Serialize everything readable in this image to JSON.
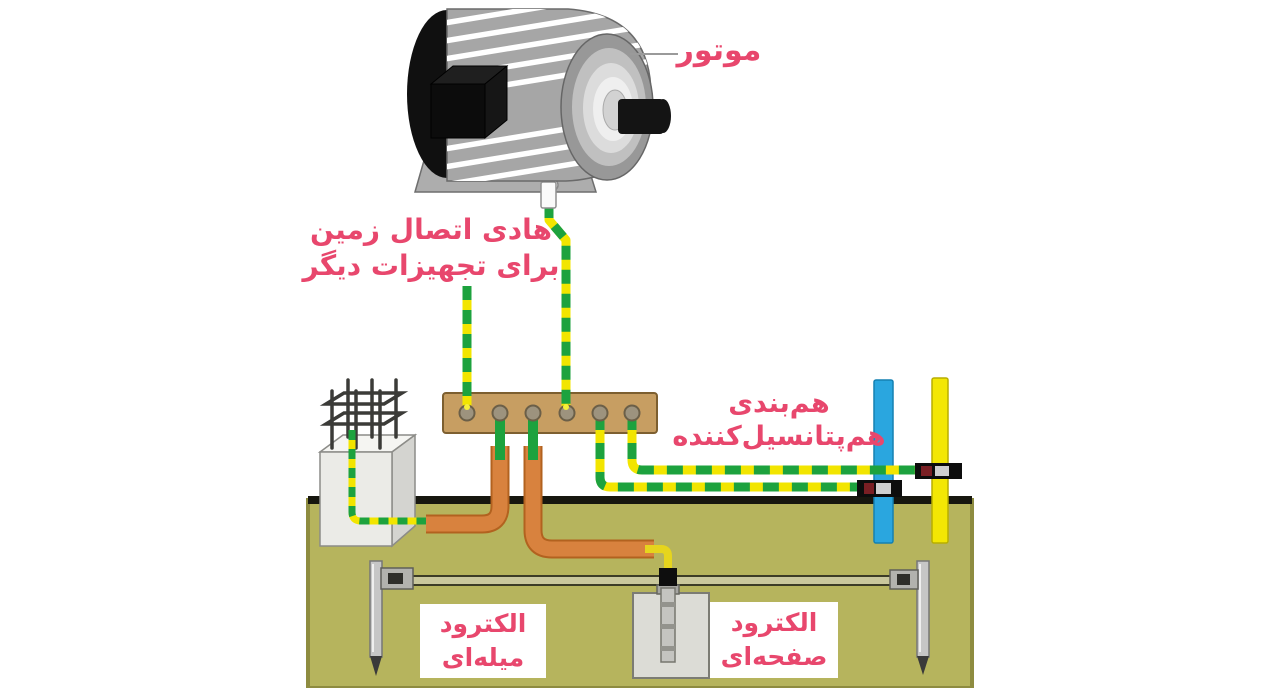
{
  "labels": {
    "motor": "موتور",
    "earthing_conductor": {
      "line1": "هادی اتصال زمین",
      "line2": "برای تجهیزات دیگر"
    },
    "bonding": {
      "line1": "هم‌بندی",
      "line2": "هم‌پتانسیل‌کننده"
    },
    "rod_electrode": {
      "line1": "الکترود",
      "line2": "میله‌ای"
    },
    "plate_electrode": {
      "line1": "الکترود",
      "line2": "صفحه‌ای"
    }
  },
  "colors": {
    "label_text": "#e8476d",
    "earth_wire_green": "#1da23e",
    "earth_wire_yellow": "#f2e500",
    "copper_wire_orange": "#d8823e",
    "busbar_tan": "#c79e62",
    "soil_olive": "#b6b45d",
    "water_pipe_blue": "#2aa6df",
    "gas_pipe_yellow": "#f3e704"
  }
}
